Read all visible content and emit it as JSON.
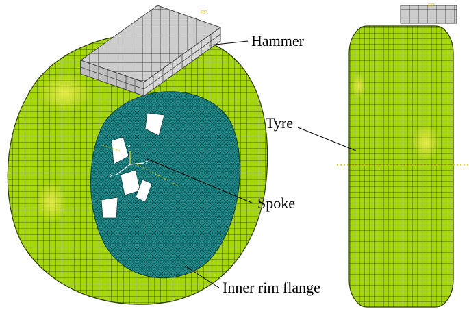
{
  "labels": {
    "hammer": "Hammer",
    "tyre": "Tyre",
    "spoke": "Spoke",
    "inner_rim_flange": "Inner rim flange"
  },
  "markers": {
    "reference_point_left": "RP",
    "reference_point_right": "RP",
    "axis_x": "X",
    "axis_y": "Y",
    "axis_z": "Z"
  },
  "colors": {
    "tyre": "#a6d60f",
    "tyre_highlight": "#f0ee55",
    "tyre_mesh": "#2a3a06",
    "rim": "#1f8a8a",
    "rim_mesh": "#0b3e3e",
    "hammer": "#cdcdcd",
    "hammer_mesh": "#404040",
    "dash_line": "#d9c400"
  }
}
